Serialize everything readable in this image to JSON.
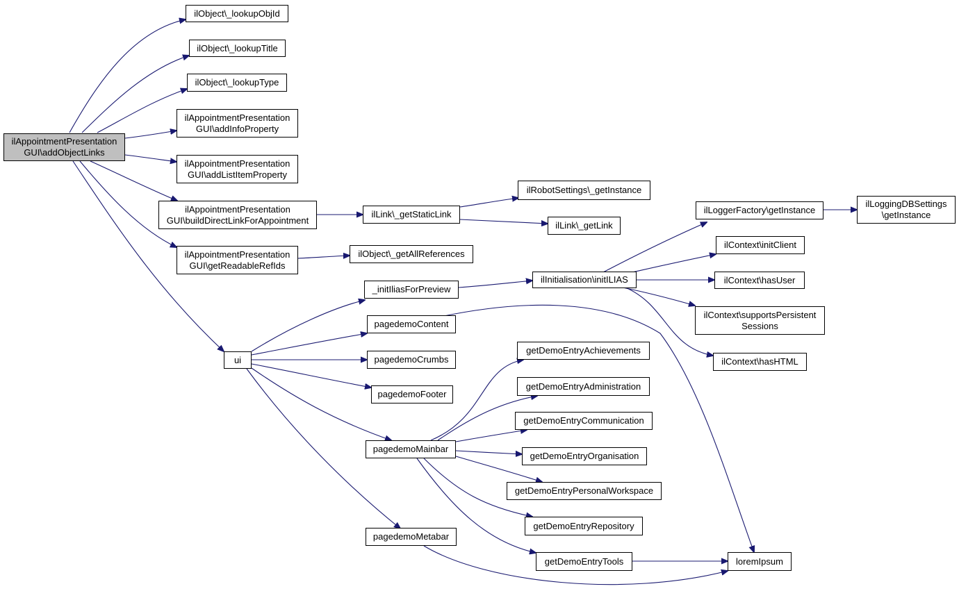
{
  "graph": {
    "edge_color": "#191970",
    "root_fill": "#bfbfbf",
    "node_fill": "#ffffff",
    "nodes": {
      "root": "ilAppointmentPresentation\nGUI\\addObjectLinks",
      "lookupObjId": "ilObject\\_lookupObjId",
      "lookupTitle": "ilObject\\_lookupTitle",
      "lookupType": "ilObject\\_lookupType",
      "addInfoProperty": "ilAppointmentPresentation\nGUI\\addInfoProperty",
      "addListItemProperty": "ilAppointmentPresentation\nGUI\\addListItemProperty",
      "buildDirectLink": "ilAppointmentPresentation\nGUI\\buildDirectLinkForAppointment",
      "getReadableRefIds": "ilAppointmentPresentation\nGUI\\getReadableRefIds",
      "getStaticLink": "ilLink\\_getStaticLink",
      "robotGetInstance": "ilRobotSettings\\_getInstance",
      "getLink": "ilLink\\_getLink",
      "getAllReferences": "ilObject\\_getAllReferences",
      "ui": "ui",
      "initIlias": "_initIliasForPreview",
      "initILIAS": "ilInitialisation\\initILIAS",
      "loggerGetInstance": "ilLoggerFactory\\getInstance",
      "loggingDBGetInstance": "ilLoggingDBSettings\n\\getInstance",
      "initClient": "ilContext\\initClient",
      "hasUser": "ilContext\\hasUser",
      "supportsPersistent": "ilContext\\supportsPersistent\nSessions",
      "hasHTML": "ilContext\\hasHTML",
      "pagedemoContent": "pagedemoContent",
      "pagedemoCrumbs": "pagedemoCrumbs",
      "pagedemoFooter": "pagedemoFooter",
      "pagedemoMainbar": "pagedemoMainbar",
      "pagedemoMetabar": "pagedemoMetabar",
      "achievements": "getDemoEntryAchievements",
      "administration": "getDemoEntryAdministration",
      "communication": "getDemoEntryCommunication",
      "organisation": "getDemoEntryOrganisation",
      "personalWorkspace": "getDemoEntryPersonalWorkspace",
      "repository": "getDemoEntryRepository",
      "tools": "getDemoEntryTools",
      "loremIpsum": "loremIpsum"
    }
  }
}
